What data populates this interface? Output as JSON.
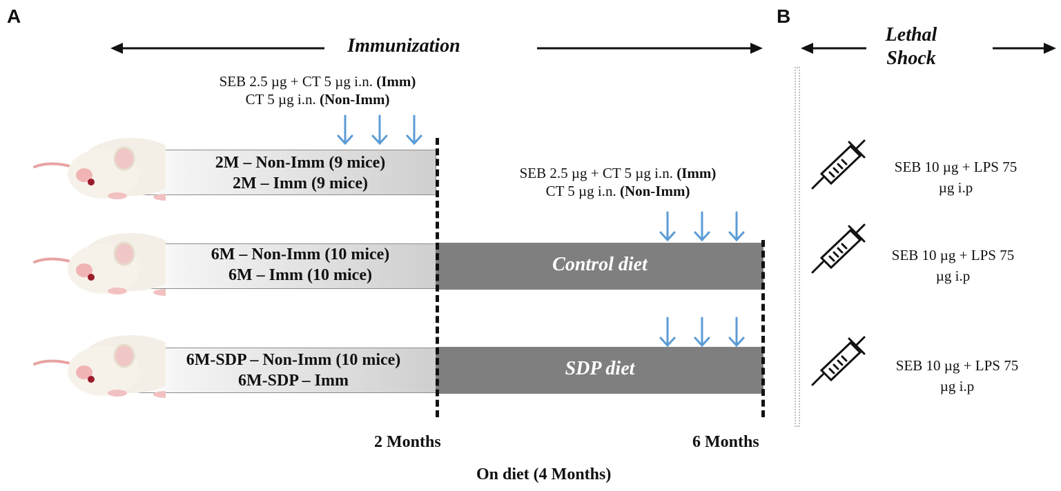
{
  "panels": {
    "a": "A",
    "b": "B"
  },
  "headers": {
    "immunization": "Immunization",
    "lethal_line1": "Lethal",
    "lethal_line2": "Shock"
  },
  "dose_top": {
    "line1": "SEB 2.5 µg + CT 5 µg i.n.",
    "line1_bold": "(Imm)",
    "line2": "CT 5 µg i.n.",
    "line2_bold": "(Non-Imm)"
  },
  "dose_mid": {
    "line1": "SEB 2.5 µg + CT 5 µg i.n.",
    "line1_bold": "(Imm)",
    "line2": "CT 5 µg i.n.",
    "line2_bold": "(Non-Imm)"
  },
  "groups": [
    {
      "line1": "2M – Non-Imm (9 mice)",
      "line2": "2M – Imm (9 mice)"
    },
    {
      "line1": "6M – Non-Imm (10 mice)",
      "line2": "6M – Imm (10 mice)"
    },
    {
      "line1": "6M-SDP – Non-Imm (10 mice)",
      "line2": "6M-SDP – Imm"
    }
  ],
  "diets": {
    "control": "Control diet",
    "sdp": "SDP diet"
  },
  "timeline": {
    "t1": "2 Months",
    "t2": "6 Months",
    "caption": "On diet (4 Months)"
  },
  "lethal_doses": [
    {
      "line1": "SEB 10 µg + LPS  75",
      "line2": "µg i.p"
    },
    {
      "line1": "SEB 10 µg + LPS  75",
      "line2": "µg i.p"
    },
    {
      "line1": "SEB 10 µg + LPS  75",
      "line2": "µg i.p"
    }
  ],
  "colors": {
    "arrow_blue": "#5b9bd5",
    "dark_bar": "#7f7f7f",
    "light_bar": "#d9d9d9"
  }
}
